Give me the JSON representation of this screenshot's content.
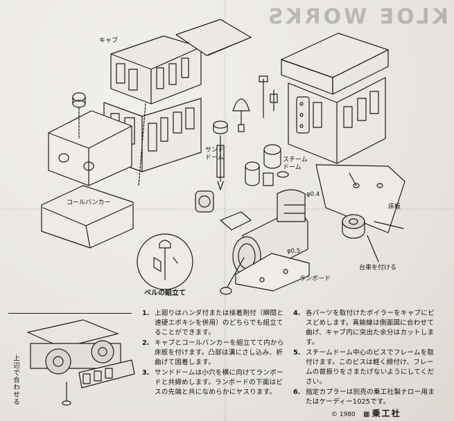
{
  "labels": {
    "cab": "キャブ",
    "coal_bunker": "コールバンカー",
    "sand_dome": "サンド\nドーム",
    "steam_dome": "スチーム\nドーム",
    "floor_plate": "床板",
    "running_board": "ランボード",
    "attach_truck": "台車を付ける",
    "dim_04": "φ0.4",
    "dim_05": "φ0.5",
    "bell_assembly": "ベルの組立て",
    "upper_side_align": "上辺で合わせる"
  },
  "watermark": "KLOE WORKS",
  "instructions": [
    {
      "num": "1.",
      "text": "上廻りはハンダ付または接着剤付（瞬間と速硬エポキシを併用）のどちらでも組立てることができます。"
    },
    {
      "num": "2.",
      "text": "キャブとコールバンカーを組立てて内から床板を付けます。凸部は溝にさし込み、折曲げて固着します。"
    },
    {
      "num": "3.",
      "text": "サンドドームは小穴を横に向けてランボードと共締めします。ランボードの下面はビスの先端と共になめらかにヤスります。"
    },
    {
      "num": "4.",
      "text": "各パーツを取付けたボイラーをキャブにビスどめします。真鍮線は側面図に合わせて曲げ、キャブ内に突出た余分はカットします。"
    },
    {
      "num": "5.",
      "text": "スチームドーム中心のビスでフレームを取付けます。このビスは軽く締付け、フレームの首振りをさまたげないようにしてください。"
    },
    {
      "num": "6.",
      "text": "指定カプラーは別売の乗工社製ナロー用またはケーディー1025です。"
    }
  ],
  "footer": {
    "copyright": "© 1980",
    "brand": "乗工社"
  }
}
